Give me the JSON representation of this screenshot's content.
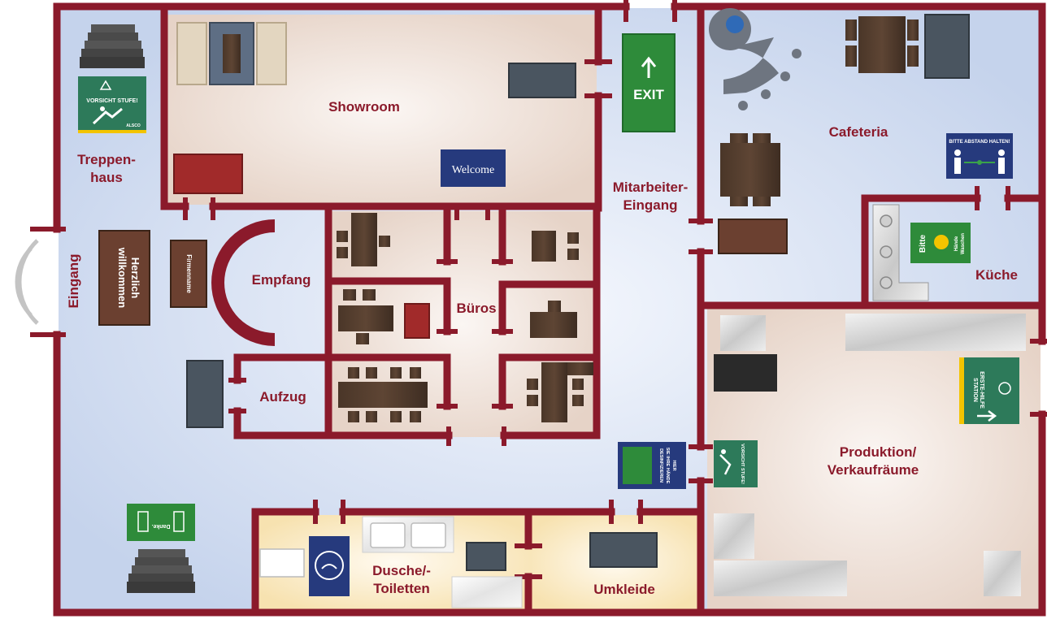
{
  "colors": {
    "wall": "#8b1a2b",
    "floor_blue": "#c9d6ec",
    "floor_beige": "#e9d9cf",
    "floor_yellow": "#f9e6b8",
    "exit_green": "#2e8b3a",
    "mat_navy": "#263a7d"
  },
  "rooms": {
    "treppenhaus_line1": "Treppen-",
    "treppenhaus_line2": "haus",
    "eingang": "Eingang",
    "showroom": "Showroom",
    "empfang": "Empfang",
    "bueros": "Büros",
    "aufzug": "Aufzug",
    "mitarbeiter_line1": "Mitarbeiter-",
    "mitarbeiter_line2": "Eingang",
    "cafeteria": "Cafeteria",
    "kueche": "Küche",
    "produktion_line1": "Produktion/",
    "produktion_line2": "Verkaufräume",
    "dusche_line1": "Dusche/-",
    "dusche_line2": "Toiletten",
    "umkleide": "Umkleide"
  },
  "mats": {
    "vorsicht_stufe": "VORSICHT STUFE!",
    "vorsicht_brand": "ALSCO",
    "welcome": "Welcome",
    "exit": "EXIT",
    "herzlich_line1": "Herzlich",
    "herzlich_line2": "willkommen",
    "firmenname": "Firmenname",
    "bitte_abstand": "BITTE ABSTAND HALTEN!",
    "bitte": "Bitte",
    "haende_line1": "Hände",
    "haende_line2": "Waschen",
    "erste_hilfe_line1": "ERSTE-HILFE",
    "erste_hilfe_line2": "STATION",
    "desinfizieren_line1": "DESINFIZIEREN",
    "desinfizieren_line2": "SIE IHRE HÄNDE",
    "desinfizieren_line3": "HIER",
    "vorsicht_rotated": "VORSICHT STUFE!",
    "danke": "Danke."
  }
}
